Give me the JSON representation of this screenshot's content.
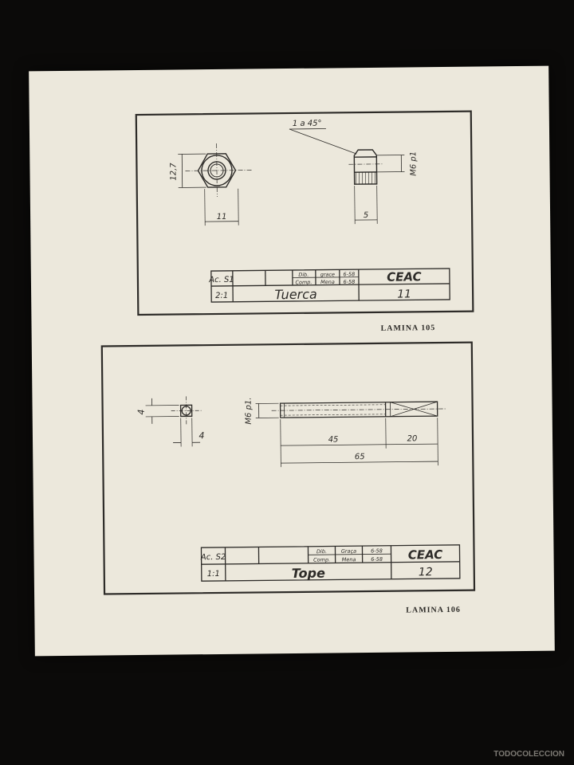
{
  "plate1": {
    "part_name": "Tuerca",
    "material": "Ac. S1",
    "scale": "2:1",
    "drawn_label": "Dib.",
    "drawn_by": "grace",
    "drawn_date": "6-58",
    "checked_label": "Comp.",
    "checked_by": "Mena",
    "checked_date": "6-58",
    "company": "CEAC",
    "number": "11",
    "dim_height": "12,7",
    "dim_width": "11",
    "dim_thickness": "5",
    "chamfer_note": "1 a 45°",
    "thread": "M6 p1",
    "page_label": "LAMINA 105"
  },
  "plate2": {
    "part_name": "Tope",
    "material": "Ac. S2",
    "scale": "1:1",
    "drawn_label": "Dib.",
    "drawn_by": "Graça",
    "drawn_date": "6-58",
    "checked_label": "Comp.",
    "checked_by": "Mena",
    "checked_date": "6-58",
    "company": "CEAC",
    "number": "12",
    "dim_side_v": "4",
    "dim_side_h": "4",
    "dim_thread": "45",
    "dim_square": "20",
    "dim_total": "65",
    "thread": "M6 p1.",
    "page_label": "LAMINA 106"
  },
  "watermark": "TODOCOLECCION"
}
